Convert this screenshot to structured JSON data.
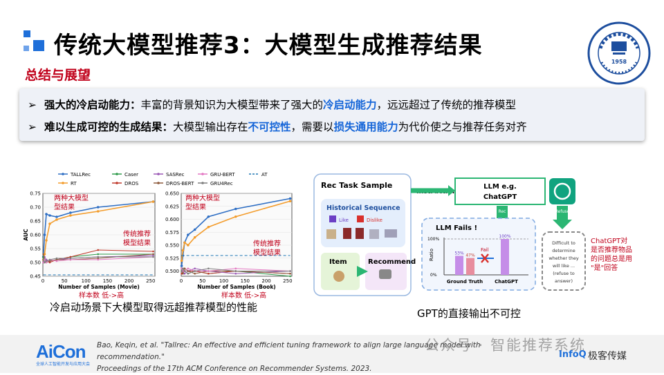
{
  "header": {
    "title": "传统大模型推荐3：大模型生成推荐结果",
    "subtitle": "总结与展望"
  },
  "logo": {
    "year": "1958",
    "alt": "university-seal"
  },
  "summary": {
    "line1": {
      "arrow": "➢",
      "lead": "强大的冷启动能力：",
      "pre": "丰富的背景知识为大模型带来了强大的",
      "highlight": "冷启动能力",
      "post": "，远远超过了传统的推荐模型"
    },
    "line2": {
      "arrow": "➢",
      "lead": "难以生成可控的生成结果：",
      "pre": "大模型输出存在",
      "highlight": "不可控性",
      "mid": "，需要以",
      "highlight2": "损失通用能力",
      "post": "为代价使之与推荐任务对齐"
    }
  },
  "charts": {
    "caption": "冷启动场景下大模型取得远超推荐模型的性能",
    "legend": [
      "TALLRec",
      "Caser",
      "SASRec",
      "GRU-BERT",
      "AT",
      "RT",
      "DROS",
      "DROS-BERT",
      "GRU4Rec"
    ],
    "ylabel": "AUC",
    "left": {
      "xlabel": "Number of Samples (Movie)",
      "xticks": [
        "0",
        "50",
        "100",
        "150",
        "200",
        "250"
      ],
      "yticks": [
        "0.45",
        "0.50",
        "0.55",
        "0.60",
        "0.65",
        "0.70",
        "0.75"
      ],
      "annot_llm": "两种大模型\n型结果",
      "annot_trad": "传统推荐\n模型结果",
      "annot_samples": "样本数  低->高"
    },
    "right": {
      "xlabel": "Number of Samples (Book)",
      "xticks": [
        "0",
        "50",
        "100",
        "150",
        "200",
        "250"
      ],
      "yticks": [
        "0.500",
        "0.525",
        "0.550",
        "0.575",
        "0.600",
        "0.625",
        "0.650"
      ],
      "annot_llm": "两种大模型\n型结果",
      "annot_trad": "传统推荐\n模型结果",
      "annot_samples": "样本数  低->高"
    }
  },
  "chart_data": [
    {
      "type": "line",
      "title": "",
      "xlabel": "Number of Samples (Movie)",
      "ylabel": "AUC",
      "xlim": [
        0,
        260
      ],
      "ylim": [
        0.45,
        0.75
      ],
      "x": [
        1,
        4,
        8,
        16,
        32,
        64,
        128,
        256
      ],
      "series": [
        {
          "name": "TALLRec",
          "values": [
            0.52,
            0.6,
            0.675,
            0.67,
            0.665,
            0.68,
            0.7,
            0.72
          ]
        },
        {
          "name": "RT",
          "values": [
            0.51,
            0.53,
            0.58,
            0.64,
            0.655,
            0.67,
            0.685,
            0.72
          ]
        },
        {
          "name": "Caser",
          "values": [
            0.52,
            0.5,
            0.51,
            0.505,
            0.51,
            0.52,
            0.53,
            0.53
          ]
        },
        {
          "name": "DROS",
          "values": [
            0.5,
            0.51,
            0.505,
            0.5,
            0.51,
            0.52,
            0.545,
            0.54
          ]
        },
        {
          "name": "SASRec",
          "values": [
            0.5,
            0.52,
            0.51,
            0.505,
            0.51,
            0.515,
            0.52,
            0.525
          ]
        },
        {
          "name": "DROS-BERT",
          "values": [
            0.53,
            0.51,
            0.5,
            0.505,
            0.51,
            0.51,
            0.515,
            0.53
          ]
        },
        {
          "name": "GRU-BERT",
          "values": [
            0.5,
            0.51,
            0.5,
            0.51,
            0.505,
            0.51,
            0.51,
            0.52
          ]
        },
        {
          "name": "GRU4Rec",
          "values": [
            0.51,
            0.5,
            0.505,
            0.51,
            0.515,
            0.515,
            0.52,
            0.52
          ]
        },
        {
          "name": "AT",
          "values": [
            0.455,
            0.455,
            0.455,
            0.455,
            0.455,
            0.455,
            0.455,
            0.455
          ]
        }
      ]
    },
    {
      "type": "line",
      "title": "",
      "xlabel": "Number of Samples (Book)",
      "ylabel": "",
      "xlim": [
        0,
        260
      ],
      "ylim": [
        0.49,
        0.65
      ],
      "x": [
        1,
        4,
        8,
        16,
        32,
        64,
        128,
        256
      ],
      "series": [
        {
          "name": "TALLRec",
          "values": [
            0.51,
            0.53,
            0.555,
            0.57,
            0.58,
            0.605,
            0.62,
            0.64
          ]
        },
        {
          "name": "RT",
          "values": [
            0.52,
            0.54,
            0.555,
            0.55,
            0.565,
            0.585,
            0.605,
            0.635
          ]
        },
        {
          "name": "Caser",
          "values": [
            0.5,
            0.505,
            0.5,
            0.495,
            0.5,
            0.495,
            0.5,
            0.49
          ]
        },
        {
          "name": "DROS",
          "values": [
            0.495,
            0.5,
            0.505,
            0.5,
            0.5,
            0.495,
            0.5,
            0.495
          ]
        },
        {
          "name": "SASRec",
          "values": [
            0.505,
            0.5,
            0.495,
            0.5,
            0.505,
            0.5,
            0.495,
            0.5
          ]
        },
        {
          "name": "DROS-BERT",
          "values": [
            0.5,
            0.495,
            0.505,
            0.5,
            0.495,
            0.5,
            0.5,
            0.495
          ]
        },
        {
          "name": "GRU-BERT",
          "values": [
            0.505,
            0.5,
            0.5,
            0.505,
            0.5,
            0.5,
            0.505,
            0.5
          ]
        },
        {
          "name": "GRU4Rec",
          "values": [
            0.5,
            0.505,
            0.5,
            0.495,
            0.5,
            0.505,
            0.5,
            0.5
          ]
        },
        {
          "name": "AT",
          "values": [
            0.53,
            0.53,
            0.53,
            0.53,
            0.53,
            0.53,
            0.53,
            0.53
          ]
        }
      ]
    }
  ],
  "series_colors": {
    "TALLRec": "#2f6fc4",
    "RT": "#f39c2b",
    "Caser": "#2e9a4a",
    "DROS": "#c0392b",
    "SASRec": "#9b59b6",
    "DROS-BERT": "#8e5a3c",
    "GRU-BERT": "#e377c2",
    "GRU4Rec": "#7f7f7f",
    "AT": "#1f77b4"
  },
  "diagram": {
    "rec_task": "Rec Task Sample",
    "hist_seq": "Historical Sequence",
    "like": "Like",
    "dislike": "Dislike",
    "item": "Item",
    "recommend": "Recommend",
    "instruction": "Instruction",
    "llm_title": "LLM e.g.",
    "llm_name": "ChatGPT",
    "rec_label": "Rec",
    "refuse_label": "Refuse",
    "llm_fails": "LLM Fails !",
    "ratio": "Ratio",
    "pct_100_axis": "100%",
    "pct_0_axis": "0%",
    "bar_53": "53%",
    "bar_47": "47%",
    "bar_100": "100%",
    "fail": "Fail",
    "ground_truth": "Ground Truth",
    "chatgpt_label": "ChatGPT",
    "refuse_text": [
      "Difficult to",
      "determine",
      "whether they",
      "will like ...",
      "(refuse to",
      "answer)"
    ],
    "note": [
      "ChatGPT对",
      "是否推荐物品",
      "的问题总是用",
      "\"是\"回答"
    ],
    "caption": "GPT的直接输出不可控"
  },
  "footer": {
    "ref_line1": "Bao, Keqin, et al. \"Tallrec: An effective and efficient tuning framework to align large language model with recommendation.\"",
    "ref_line2": "Proceedings of the 17th ACM Conference on Recommender Systems. 2023.",
    "brand": "AiCon",
    "brand_sub": "全球人工智能开发与应用大会",
    "watermark": "公众号 · 智能推荐系统",
    "infoq": "InfoQ",
    "jike": "极客传媒"
  },
  "colors": {
    "accent_blue": "#1e6fd9",
    "highlight_blue": "#1565d8",
    "red": "#c0001a",
    "green": "#2bb673"
  }
}
